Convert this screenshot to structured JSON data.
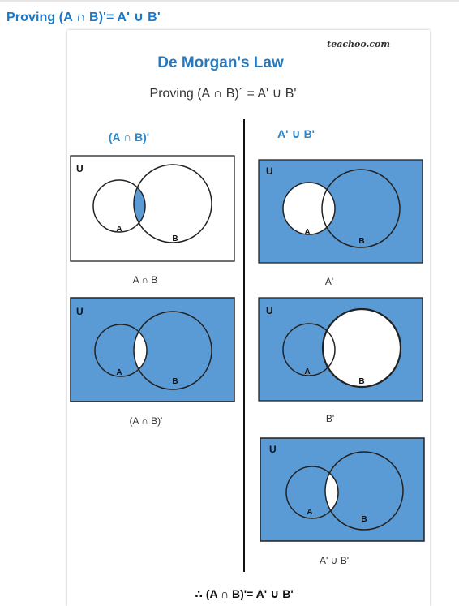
{
  "heading": "Proving (A ∩ B)'= A' ∪ B'",
  "figure": {
    "watermark": "teachoo.com",
    "title": "De Morgan's Law",
    "subtitle": "Proving (A ∩ B)´ = A' ∪  B'",
    "left_column_title": "(A ∩ B)'",
    "right_column_title": "A' ∪  B'",
    "universal_label": "U",
    "set_a_label": "A",
    "set_b_label": "B",
    "captions": {
      "left_top": "A ∩ B",
      "left_bottom": "(A ∩ B)'",
      "right_top": "A'",
      "right_middle": "B'",
      "right_bottom": "A' ∪  B'"
    },
    "conclusion": "∴ (A ∩ B)'= A' ∪ B'",
    "colors": {
      "shade": "#5b9bd5",
      "white": "#ffffff",
      "outline": "#222222",
      "divider": "#111111"
    }
  }
}
